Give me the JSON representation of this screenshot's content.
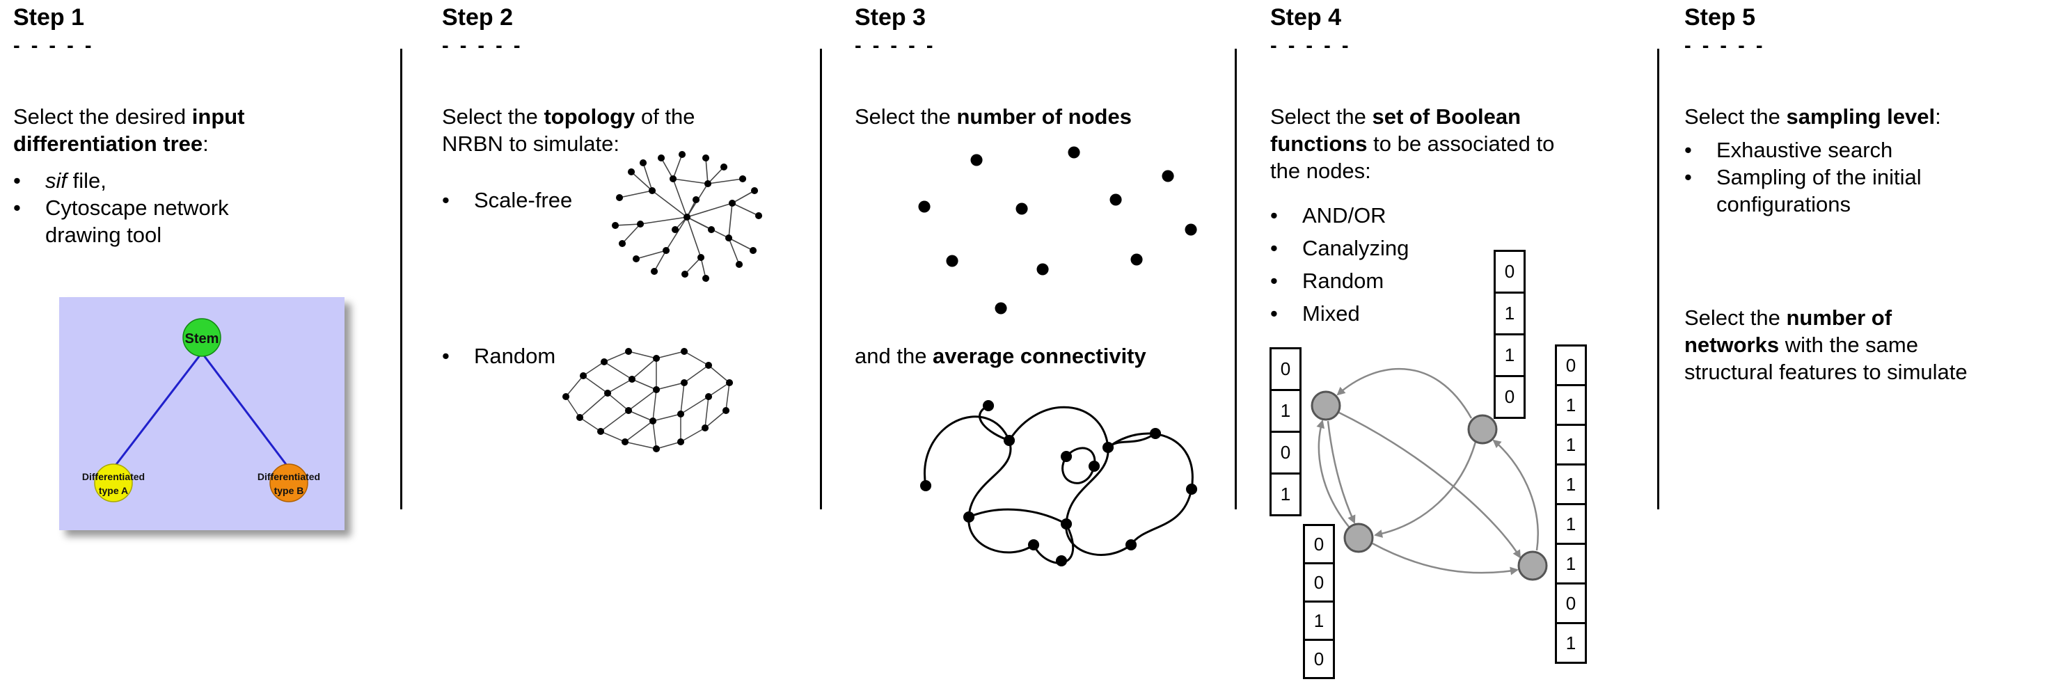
{
  "step1": {
    "title": "Step 1",
    "dashes": "- - - - -",
    "bullet_char": "•",
    "intro": {
      "pre": "Select the desired ",
      "bold1": "input",
      "bold2": "differentiation tree",
      "post": ":"
    },
    "bullets": {
      "b1_italic": "sif",
      "b1_rest": " file,",
      "b2_line1": "Cytoscape network",
      "b2_line2": "drawing tool"
    },
    "tree": {
      "background": "#c9c9fa",
      "edge_color": "#2020cc",
      "stem": {
        "label": "Stem",
        "color": "#2ed52e"
      },
      "type_a": {
        "line1": "Differentiated",
        "line2": "type A",
        "color": "#f0ee00"
      },
      "type_b": {
        "line1": "Differentiated",
        "line2": "type B",
        "color": "#f08a10"
      }
    }
  },
  "step2": {
    "title": "Step 2",
    "dashes": "- - - - -",
    "bullet_char": "•",
    "intro": {
      "pre": "Select the ",
      "bold": "topology",
      "mid": " of the",
      "line2": "NRBN to simulate:"
    },
    "bullets": {
      "b1": "Scale-free",
      "b2": "Random"
    }
  },
  "step3": {
    "title": "Step 3",
    "dashes": "- - - - -",
    "intro": {
      "pre": "Select the ",
      "bold": "number of nodes"
    },
    "mid": {
      "pre": "and the ",
      "bold": "average connectivity"
    }
  },
  "step4": {
    "title": "Step 4",
    "dashes": "- - - - -",
    "bullet_char": "•",
    "intro": {
      "pre": "Select the ",
      "bold1": "set of Boolean",
      "bold2": "functions",
      "rest": " to be associated to",
      "line3": "the nodes:"
    },
    "bullets": [
      "AND/OR",
      "Canalyzing",
      "Random",
      "Mixed"
    ],
    "figure": {
      "node_color": "#aaaaaa",
      "node_border": "#555555",
      "arrow_color": "#888888",
      "tables": {
        "left": [
          "0",
          "1",
          "0",
          "1"
        ],
        "top": [
          "0",
          "1",
          "1",
          "0"
        ],
        "bottom": [
          "0",
          "0",
          "1",
          "0"
        ],
        "right": [
          "0",
          "1",
          "1",
          "1",
          "1",
          "1",
          "0",
          "1"
        ]
      }
    }
  },
  "step5": {
    "title": "Step 5",
    "dashes": "- - - - -",
    "bullet_char": "•",
    "intro": {
      "pre": "Select the ",
      "bold": "sampling level",
      "post": ":"
    },
    "bullets": {
      "b1": "Exhaustive search",
      "b2_line1": "Sampling of the initial",
      "b2_line2": "configurations"
    },
    "second": {
      "pre": "Select the ",
      "bold1": "number of",
      "bold2": "networks",
      "mid": " with the same",
      "line3": "structural features to simulate"
    }
  }
}
